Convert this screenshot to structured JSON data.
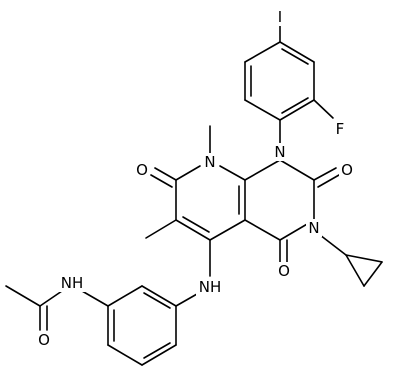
{
  "atom_labels": {
    "iodine": "I",
    "fluorine": "F",
    "n1": "N",
    "n3": "N",
    "n8": "N",
    "nh_anilino": "NH",
    "nh_amide": "NH",
    "o_c2": "O",
    "o_c4": "O",
    "o_c7": "O",
    "o_acetyl": "O"
  },
  "colors": {
    "bond": "#000000",
    "text": "#000000",
    "background": "#ffffff"
  }
}
